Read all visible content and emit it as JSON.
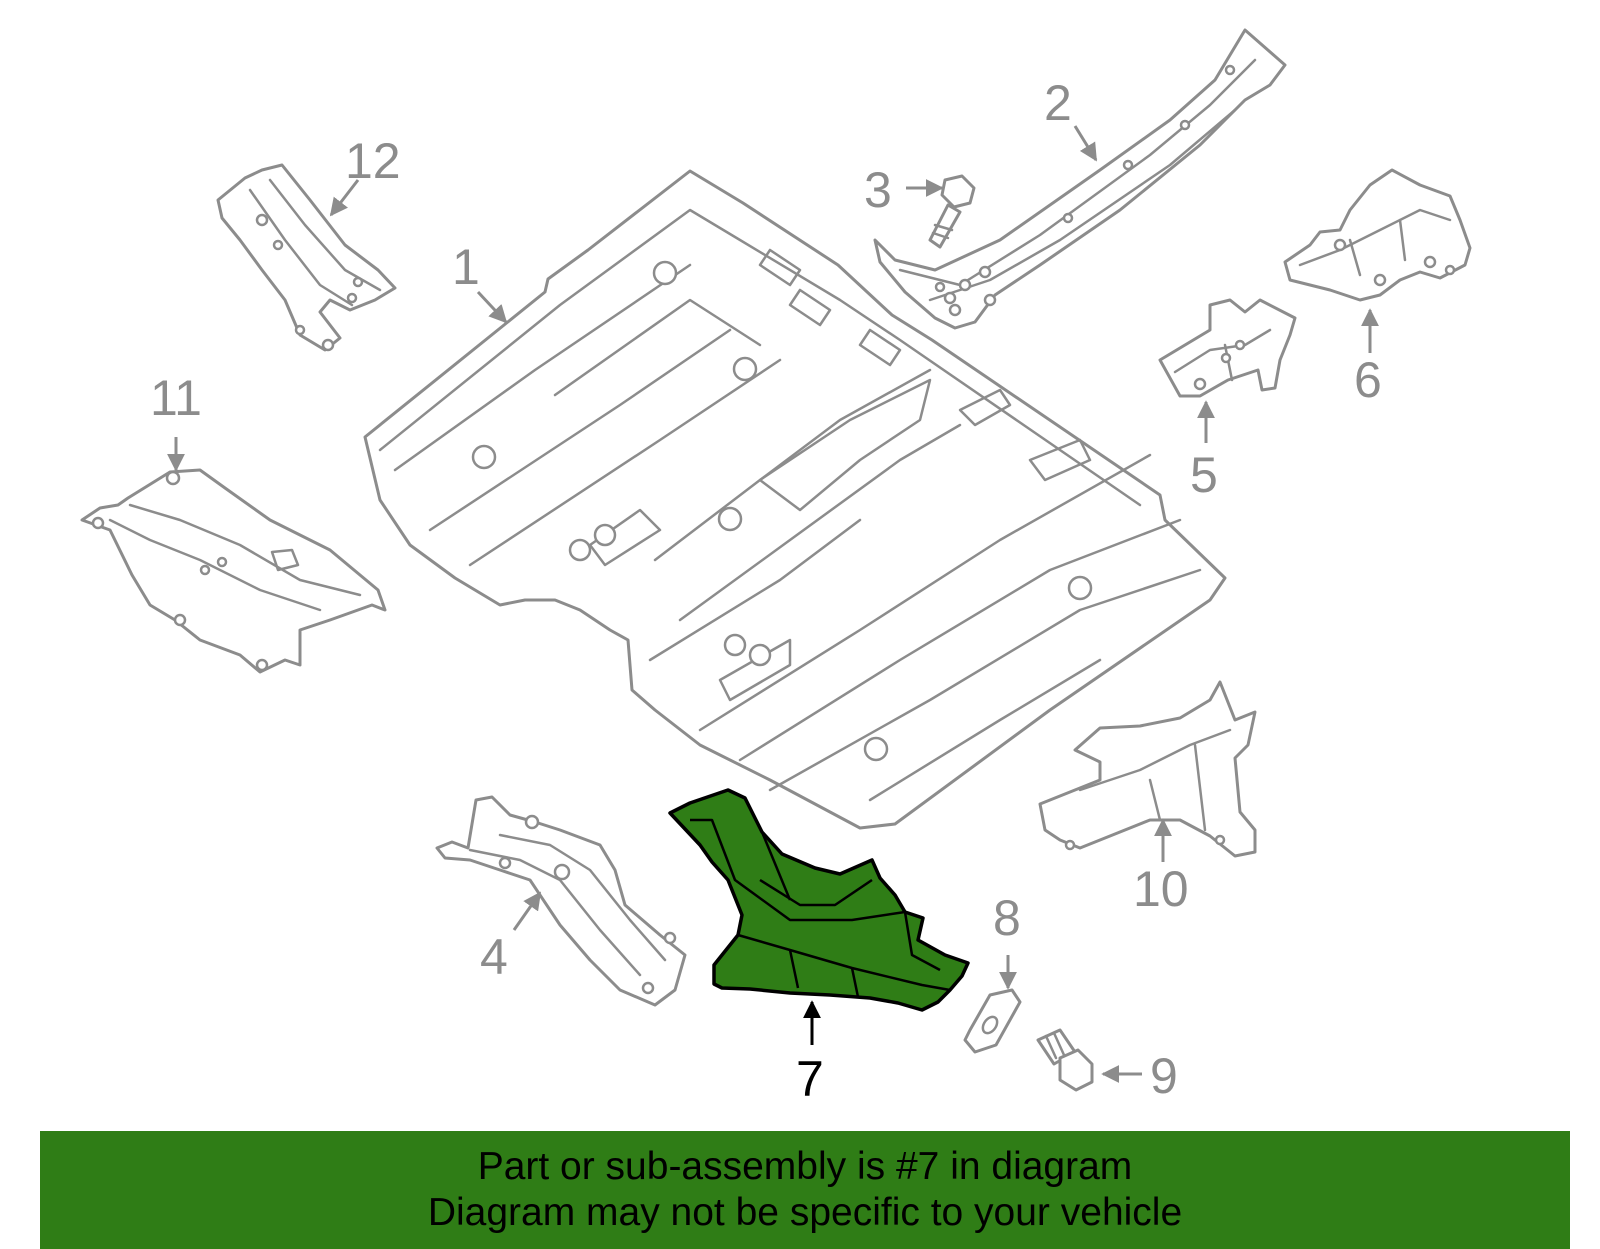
{
  "colors": {
    "highlight": "#2f7d16",
    "outline_gray": "#8c8c8c",
    "outline_black": "#000000",
    "background": "#ffffff"
  },
  "callouts": {
    "c1": "1",
    "c2": "2",
    "c3": "3",
    "c4": "4",
    "c5": "5",
    "c6": "6",
    "c7": "7",
    "c8": "8",
    "c9": "9",
    "c10": "10",
    "c11": "11",
    "c12": "12"
  },
  "highlighted_part": "7",
  "banner": {
    "line1": "Part or sub-assembly is #7 in diagram",
    "line2": "Diagram may not be specific to your vehicle"
  }
}
